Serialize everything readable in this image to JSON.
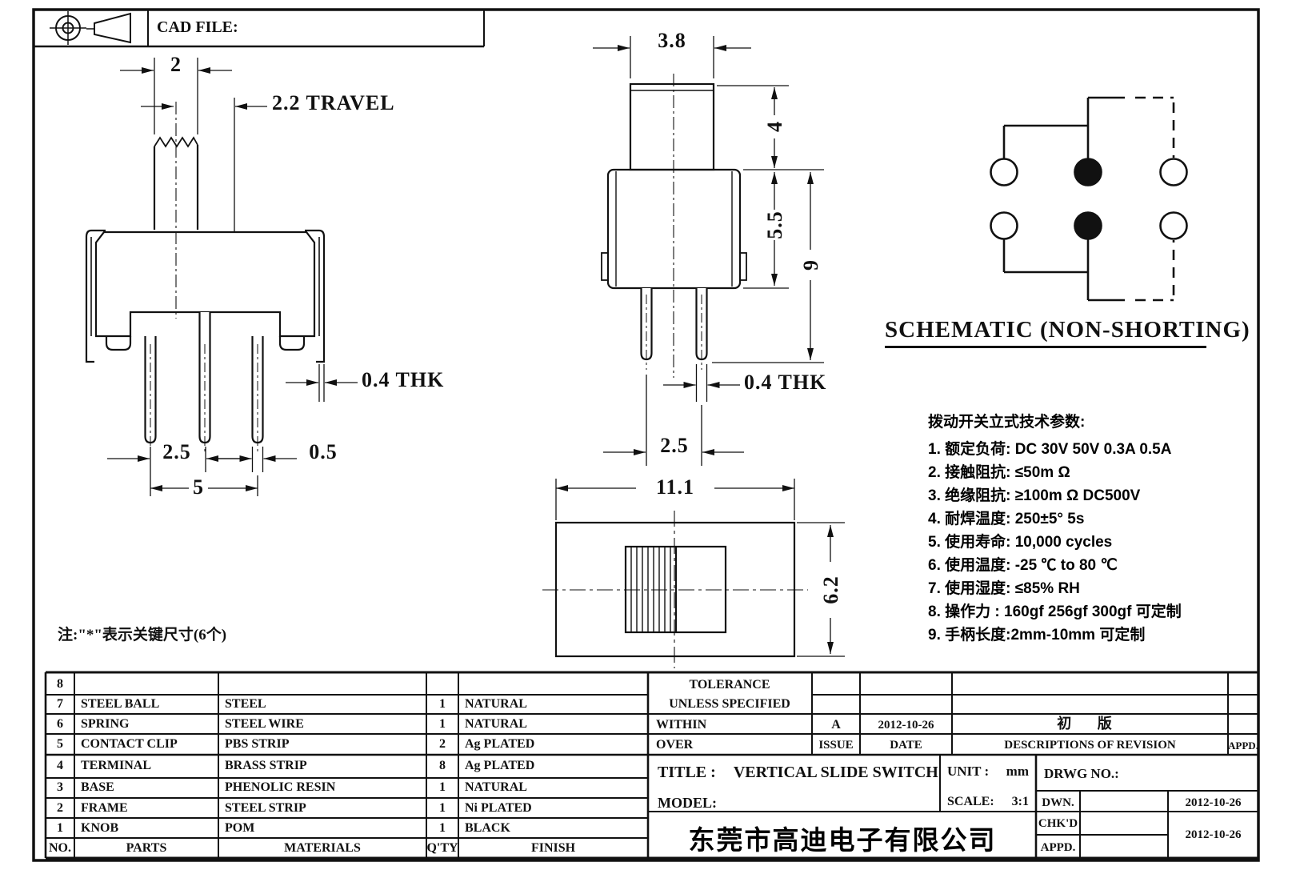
{
  "header": {
    "cad_file_label": "CAD FILE:"
  },
  "views": {
    "front": {
      "knob_width": "2",
      "travel": "2.2  TRAVEL",
      "thickness": "0.4  THK",
      "pin_pitch": "2.5",
      "pin_width": "0.5",
      "pin_span": "5"
    },
    "side": {
      "knob_width": "3.8",
      "knob_height": "4",
      "body_height": "5.5",
      "total_height": "9",
      "thickness": "0.4  THK",
      "pin_pitch": "2.5",
      "body_width": "11.1"
    },
    "top": {
      "body_depth": "6.2"
    }
  },
  "schematic": {
    "title": "SCHEMATIC (NON-SHORTING)"
  },
  "note": "注:\"*\"表示关键尺寸(6个)",
  "specs": {
    "title": "拨动开关立式技术参数:",
    "items": [
      "1.  额定负荷: DC 30V    50V    0.3A    0.5A",
      "2.  接触阻抗:  ≤50m Ω",
      "3.  绝缘阻抗:  ≥100m Ω   DC500V",
      "4.  耐焊温度: 250±5°  5s",
      "5.  使用寿命: 10,000 cycles",
      "6.  使用温度: -25  ℃  to 80  ℃",
      "7.  使用湿度:  ≤85% RH",
      "8.  操作力 : 160gf   256gf   300gf  可定制",
      "9.  手柄长度:2mm-10mm  可定制"
    ]
  },
  "parts_table": {
    "headers": [
      "NO.",
      "PARTS",
      "MATERIALS",
      "Q'TY",
      "FINISH"
    ],
    "rows": [
      [
        "8",
        "",
        "",
        "",
        ""
      ],
      [
        "7",
        "STEEL BALL",
        "STEEL",
        "1",
        "NATURAL"
      ],
      [
        "6",
        "SPRING",
        "STEEL WIRE",
        "1",
        "NATURAL"
      ],
      [
        "5",
        "CONTACT CLIP",
        "PBS STRIP",
        "2",
        "Ag PLATED"
      ],
      [
        "4",
        "TERMINAL",
        "BRASS STRIP",
        "8",
        "Ag PLATED"
      ],
      [
        "3",
        "BASE",
        "PHENOLIC RESIN",
        "1",
        "NATURAL"
      ],
      [
        "2",
        "FRAME",
        "STEEL STRIP",
        "1",
        "Ni PLATED"
      ],
      [
        "1",
        "KNOB",
        "POM",
        "1",
        "BLACK"
      ]
    ]
  },
  "title_block": {
    "tolerance_line1": "TOLERANCE",
    "tolerance_line2": "UNLESS  SPECIFIED",
    "within_label": "WITHIN",
    "over_label": "OVER",
    "issue_value": "A",
    "issue_label": "ISSUE",
    "date_value": "2012-10-26",
    "date_label": "DATE",
    "revision_value": "初 版",
    "revision_label": "DESCRIPTIONS  OF  REVISION",
    "appd_label": "APPD.",
    "title_label": "TITLE :",
    "title_value": "VERTICAL  SLIDE  SWITCH",
    "unit_label": "UNIT :",
    "unit_value": "mm",
    "drwg_label": "DRWG  NO.:",
    "model_label": "MODEL:",
    "scale_label": "SCALE:",
    "scale_value": "3:1",
    "dwn_label": "DWN.",
    "chkd_label": "CHK'D",
    "appd2_label": "APPD.",
    "dwn_date": "2012-10-26",
    "chkd_date": "2012-10-26",
    "company": "东莞市高迪电子有限公司"
  }
}
